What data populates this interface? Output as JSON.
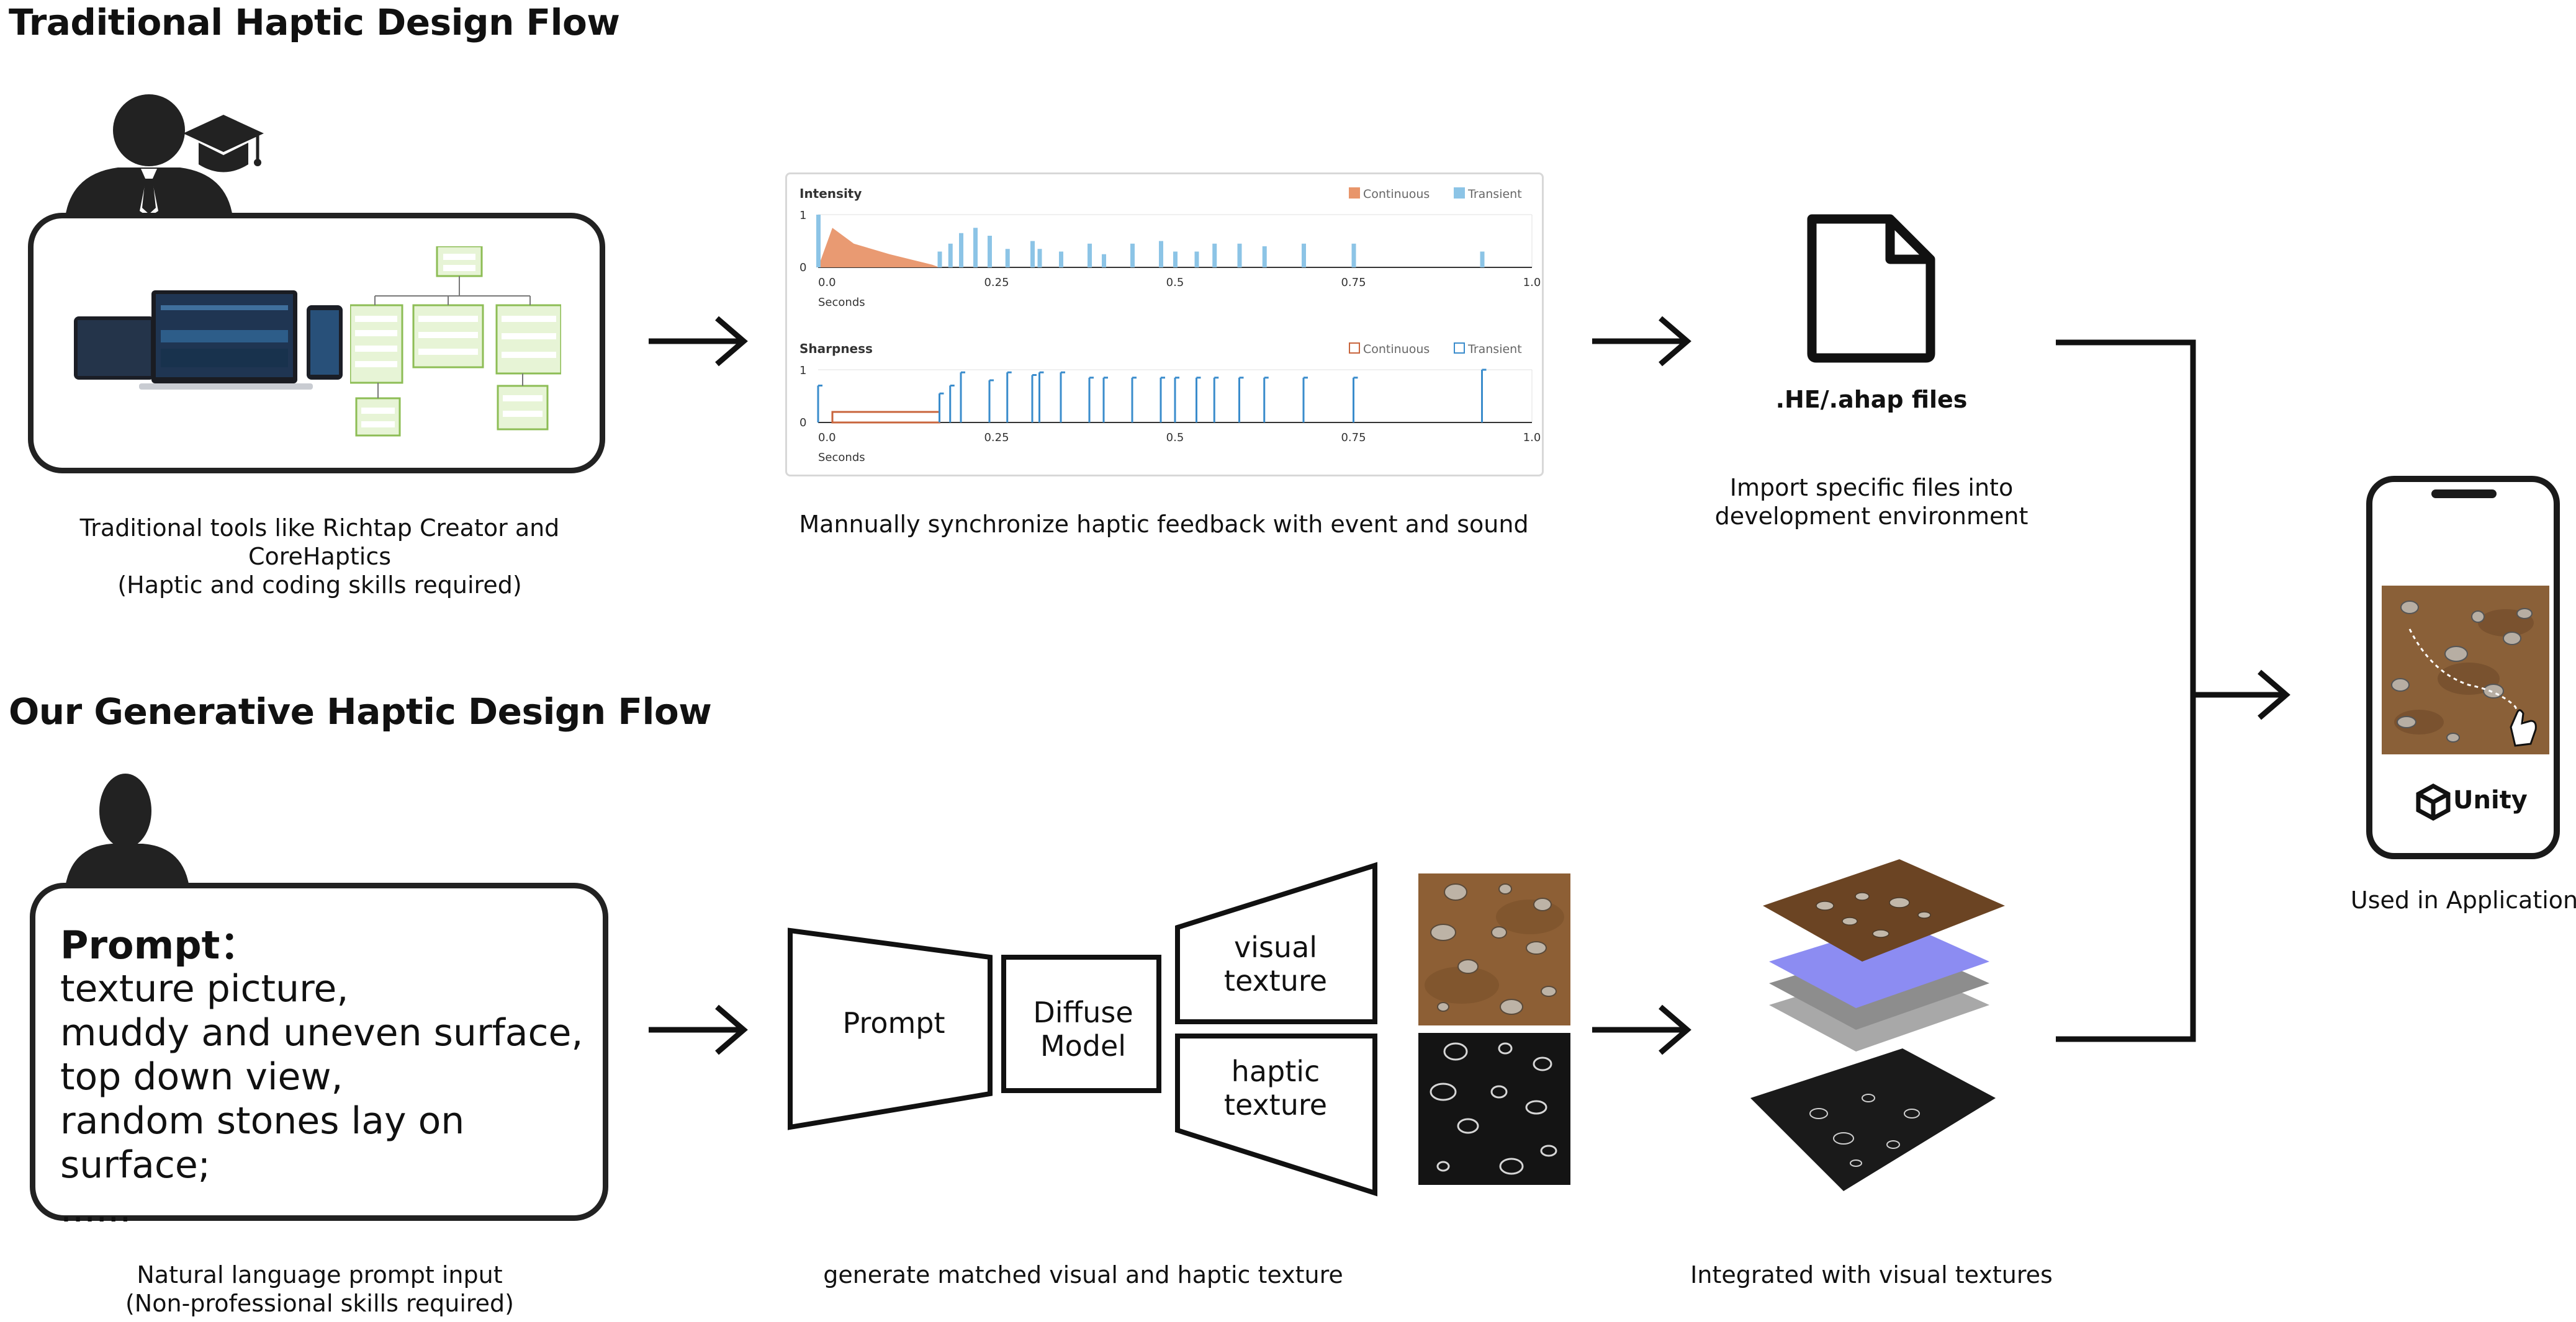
{
  "traditional": {
    "heading": "Traditional Haptic Design Flow",
    "tools_caption_line1": "Traditional tools like Richtap Creator and CoreHaptics",
    "tools_caption_line2": "(Haptic and coding skills required)",
    "chart_caption": "Mannually synchronize haptic feedback with event and sound",
    "file_label": ".HE/.ahap files",
    "file_caption_line1": "Import specific files into",
    "file_caption_line2": "development environment"
  },
  "generative": {
    "heading": "Our Generative Haptic Design Flow",
    "prompt_title": "Prompt：",
    "prompt_lines": [
      "texture picture,",
      "muddy and uneven surface,",
      "top down view,",
      "random stones lay on surface;",
      "......"
    ],
    "prompt_caption_line1": "Natural language prompt input",
    "prompt_caption_line2": "(Non-professional skills required)",
    "encoder_label": "Prompt",
    "model_label_line1": "Diffuse",
    "model_label_line2": "Model",
    "visual_label_line1": "visual",
    "visual_label_line2": "texture",
    "haptic_label_line1": "haptic",
    "haptic_label_line2": "texture",
    "generate_caption": "generate matched visual and haptic texture",
    "integrated_caption": "Integrated with visual textures"
  },
  "application": {
    "unity_label": "Unity",
    "caption": "Used in Application"
  },
  "chart_data": [
    {
      "type": "bar",
      "title": "Intensity",
      "xlabel": "Seconds",
      "xlim": [
        0.0,
        1.0
      ],
      "ylim": [
        0,
        1
      ],
      "xticks": [
        "0.0",
        "0.25",
        "0.5",
        "0.75",
        "1.0"
      ],
      "yticks": [
        "1",
        "0"
      ],
      "legend": [
        {
          "name": "Continuous",
          "color": "#e8956a"
        },
        {
          "name": "Transient",
          "color": "#8cc4e6"
        }
      ],
      "continuous": [
        [
          0.0,
          0.0
        ],
        [
          0.02,
          0.75
        ],
        [
          0.05,
          0.45
        ],
        [
          0.1,
          0.25
        ],
        [
          0.16,
          0.05
        ],
        [
          0.17,
          0.0
        ]
      ],
      "transient_x": [
        0.0,
        0.17,
        0.185,
        0.2,
        0.22,
        0.24,
        0.265,
        0.3,
        0.31,
        0.34,
        0.38,
        0.4,
        0.44,
        0.48,
        0.5,
        0.53,
        0.555,
        0.59,
        0.625,
        0.68,
        0.75,
        0.93
      ],
      "transient_y": [
        1.0,
        0.3,
        0.45,
        0.65,
        0.75,
        0.6,
        0.35,
        0.5,
        0.35,
        0.3,
        0.45,
        0.25,
        0.45,
        0.5,
        0.3,
        0.3,
        0.45,
        0.45,
        0.4,
        0.45,
        0.45,
        0.3
      ]
    },
    {
      "type": "bar",
      "title": "Sharpness",
      "xlabel": "Seconds",
      "xlim": [
        0.0,
        1.0
      ],
      "ylim": [
        0,
        1
      ],
      "xticks": [
        "0.0",
        "0.25",
        "0.5",
        "0.75",
        "1.0"
      ],
      "yticks": [
        "1",
        "0"
      ],
      "legend": [
        {
          "name": "Continuous",
          "color": "#c8643c"
        },
        {
          "name": "Transient",
          "color": "#3a8ccc"
        }
      ],
      "continuous": [
        [
          0.02,
          0.2
        ],
        [
          0.17,
          0.2
        ]
      ],
      "transient_x": [
        0.0,
        0.17,
        0.185,
        0.2,
        0.24,
        0.265,
        0.3,
        0.31,
        0.34,
        0.38,
        0.4,
        0.44,
        0.48,
        0.5,
        0.53,
        0.555,
        0.59,
        0.625,
        0.68,
        0.75,
        0.93
      ],
      "transient_y": [
        0.7,
        0.55,
        0.7,
        0.95,
        0.8,
        0.95,
        0.9,
        0.95,
        0.95,
        0.85,
        0.85,
        0.85,
        0.85,
        0.85,
        0.85,
        0.85,
        0.85,
        0.85,
        0.85,
        0.85,
        1.0
      ]
    }
  ]
}
